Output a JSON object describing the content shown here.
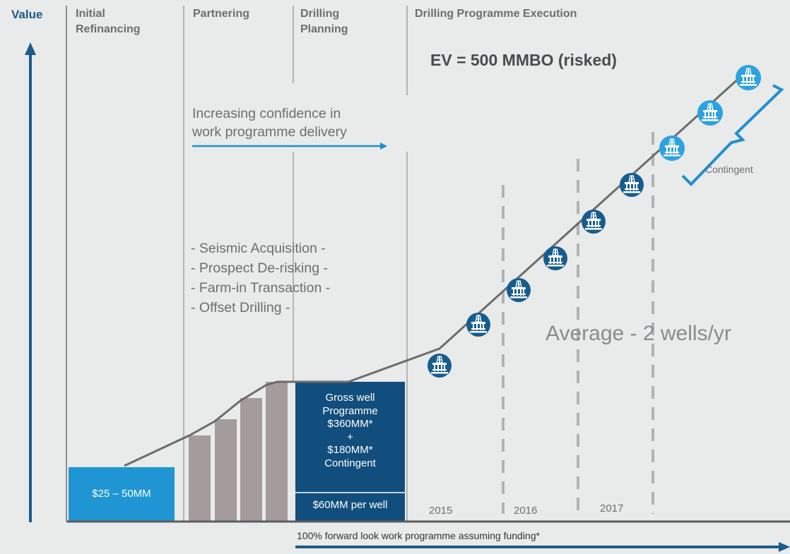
{
  "axis": {
    "y_label": "Value",
    "x_caption": "100% forward look work programme assuming funding*"
  },
  "phases": [
    {
      "id": "initial",
      "label": "Initial\nRefinancing"
    },
    {
      "id": "partnering",
      "label": "Partnering"
    },
    {
      "id": "drilling_planning",
      "label": "Drilling\nPlanning"
    },
    {
      "id": "execution",
      "label": "Drilling Programme Execution"
    }
  ],
  "ev_title": "EV  = 500 MMBO (risked)",
  "confidence_text": "Increasing confidence in\nwork programme delivery",
  "activities": [
    "- Seismic Acquisition -",
    "- Prospect De-risking -",
    "- Farm-in Transaction -",
    "- Offset Drilling -"
  ],
  "average_text": "Average - 2 wells/yr",
  "contingent_label": "Contingent",
  "boxes": {
    "initial_funding": "$25 – 50MM",
    "gross_programme": "Gross well\nProgramme\n$360MM*\n+\n$180MM*\nContingent",
    "per_well": "$60MM per well"
  },
  "years": [
    "2015",
    "2016",
    "2017"
  ],
  "well_count": 9,
  "colors": {
    "background": "#e9eaea",
    "axis_blue": "#1b5c8a",
    "light_blue_box": "#1f96d3",
    "dark_blue_box": "#114e7d",
    "gray_bars": "#a49c9c",
    "value_line": "#6d6b6c",
    "well_icon_dark": "#155d8e",
    "well_icon_light": "#2ca3df",
    "bracket": "#1f8fd0"
  }
}
